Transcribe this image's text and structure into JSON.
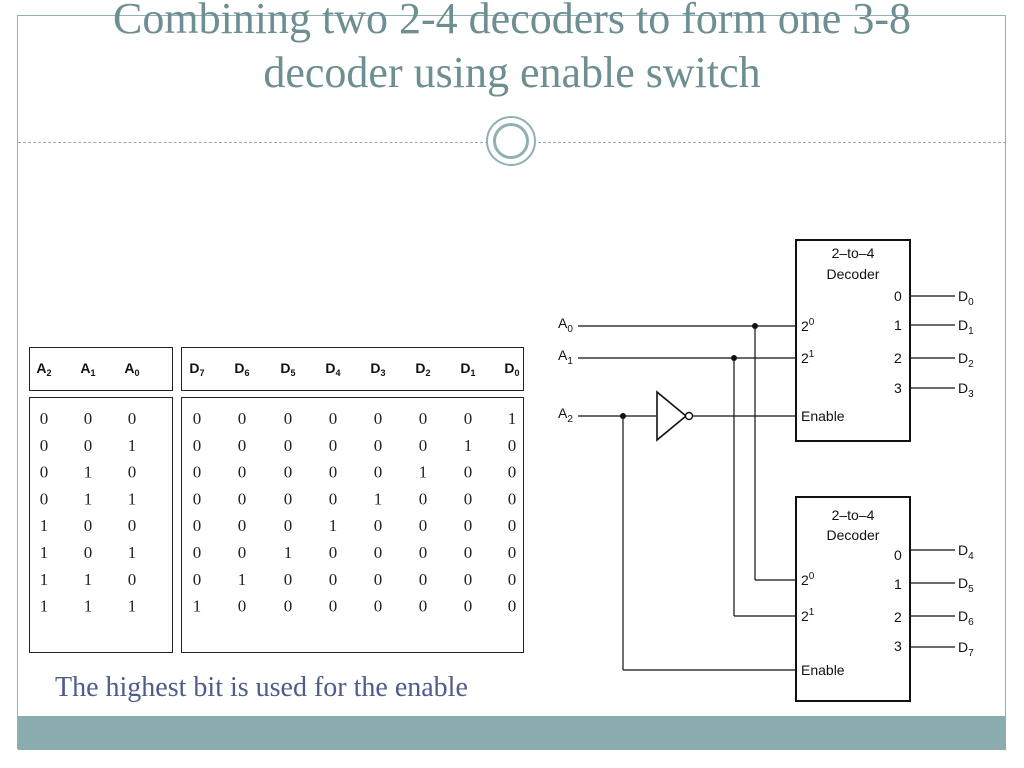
{
  "slide": {
    "title_line1": "Combining two 2-4 decoders to form one 3-8",
    "title_line2": "decoder using enable switch",
    "caption": "The highest bit is used for the enable"
  },
  "truth_table": {
    "inputs": {
      "headers": [
        {
          "base": "A",
          "sub": "2"
        },
        {
          "base": "A",
          "sub": "1"
        },
        {
          "base": "A",
          "sub": "0"
        }
      ],
      "rows": [
        [
          "0",
          "0",
          "0"
        ],
        [
          "0",
          "0",
          "1"
        ],
        [
          "0",
          "1",
          "0"
        ],
        [
          "0",
          "1",
          "1"
        ],
        [
          "1",
          "0",
          "0"
        ],
        [
          "1",
          "0",
          "1"
        ],
        [
          "1",
          "1",
          "0"
        ],
        [
          "1",
          "1",
          "1"
        ]
      ]
    },
    "outputs": {
      "headers": [
        {
          "base": "D",
          "sub": "7"
        },
        {
          "base": "D",
          "sub": "6"
        },
        {
          "base": "D",
          "sub": "5"
        },
        {
          "base": "D",
          "sub": "4"
        },
        {
          "base": "D",
          "sub": "3"
        },
        {
          "base": "D",
          "sub": "2"
        },
        {
          "base": "D",
          "sub": "1"
        },
        {
          "base": "D",
          "sub": "0"
        }
      ],
      "rows": [
        [
          "0",
          "0",
          "0",
          "0",
          "0",
          "0",
          "0",
          "1"
        ],
        [
          "0",
          "0",
          "0",
          "0",
          "0",
          "0",
          "1",
          "0"
        ],
        [
          "0",
          "0",
          "0",
          "0",
          "0",
          "1",
          "0",
          "0"
        ],
        [
          "0",
          "0",
          "0",
          "0",
          "1",
          "0",
          "0",
          "0"
        ],
        [
          "0",
          "0",
          "0",
          "1",
          "0",
          "0",
          "0",
          "0"
        ],
        [
          "0",
          "0",
          "1",
          "0",
          "0",
          "0",
          "0",
          "0"
        ],
        [
          "0",
          "1",
          "0",
          "0",
          "0",
          "0",
          "0",
          "0"
        ],
        [
          "1",
          "0",
          "0",
          "0",
          "0",
          "0",
          "0",
          "0"
        ]
      ]
    }
  },
  "circuit": {
    "decoder_top": {
      "title1": "2–to–4",
      "title2": "Decoder",
      "input_labels": [
        {
          "base": "2",
          "sup": "0"
        },
        {
          "base": "2",
          "sup": "1"
        }
      ],
      "enable_label": "Enable",
      "output_numbers": [
        "0",
        "1",
        "2",
        "3"
      ],
      "outputs": [
        {
          "base": "D",
          "sub": "0"
        },
        {
          "base": "D",
          "sub": "1"
        },
        {
          "base": "D",
          "sub": "2"
        },
        {
          "base": "D",
          "sub": "3"
        }
      ]
    },
    "decoder_bottom": {
      "title1": "2–to–4",
      "title2": "Decoder",
      "input_labels": [
        {
          "base": "2",
          "sup": "0"
        },
        {
          "base": "2",
          "sup": "1"
        }
      ],
      "enable_label": "Enable",
      "output_numbers": [
        "0",
        "1",
        "2",
        "3"
      ],
      "outputs": [
        {
          "base": "D",
          "sub": "4"
        },
        {
          "base": "D",
          "sub": "5"
        },
        {
          "base": "D",
          "sub": "6"
        },
        {
          "base": "D",
          "sub": "7"
        }
      ]
    },
    "inputs": [
      {
        "base": "A",
        "sub": "0"
      },
      {
        "base": "A",
        "sub": "1"
      },
      {
        "base": "A",
        "sub": "2"
      }
    ],
    "inverter_icon": "not-gate-icon"
  },
  "colors": {
    "accent": "#8fb1b3",
    "title": "#6d8f91",
    "caption": "#4f5b8a",
    "footer": "#8cadaf"
  }
}
